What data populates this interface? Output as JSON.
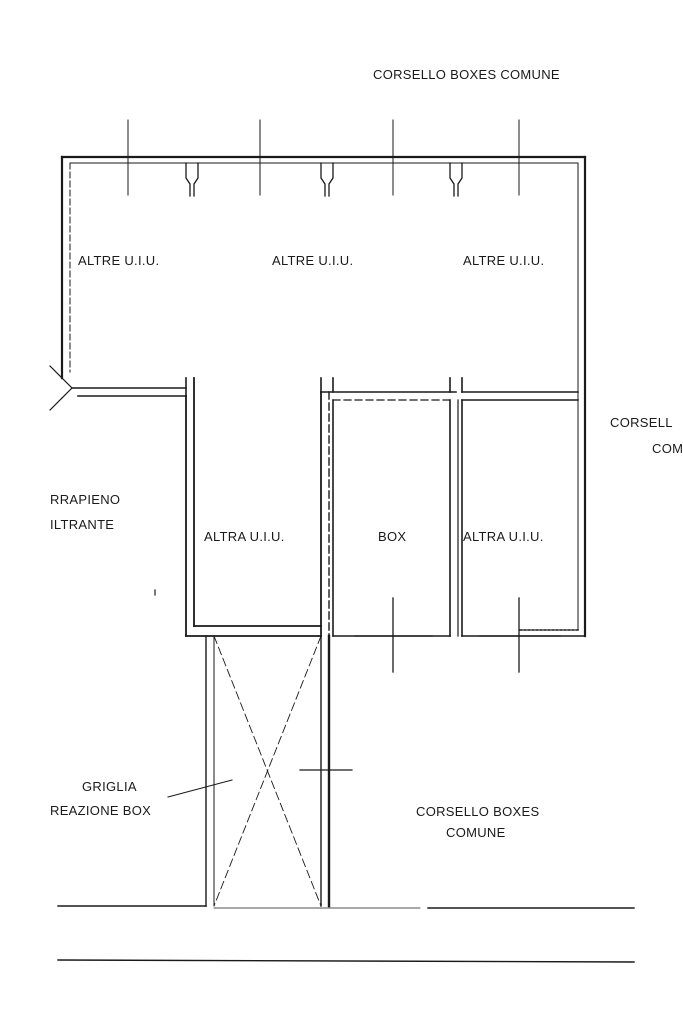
{
  "labels": {
    "corsello_top": "CORSELLO BOXES COMUNE",
    "altre_1": "ALTRE U.I.U.",
    "altre_2": "ALTRE U.I.U.",
    "altre_3": "ALTRE U.I.U.",
    "corsello_right_1": "CORSELL",
    "corsello_right_2": "COM",
    "terrapieno_1": "RRAPIENO",
    "terrapieno_2": "ILTRANTE",
    "altra_left": "ALTRA U.I.U.",
    "box": "BOX",
    "altra_right": "ALTRA U.I.U.",
    "griglia_1": "GRIGLIA",
    "griglia_2": "REAZIONE BOX",
    "corsello_bottom_1": "CORSELLO BOXES",
    "corsello_bottom_2": "COMUNE"
  }
}
